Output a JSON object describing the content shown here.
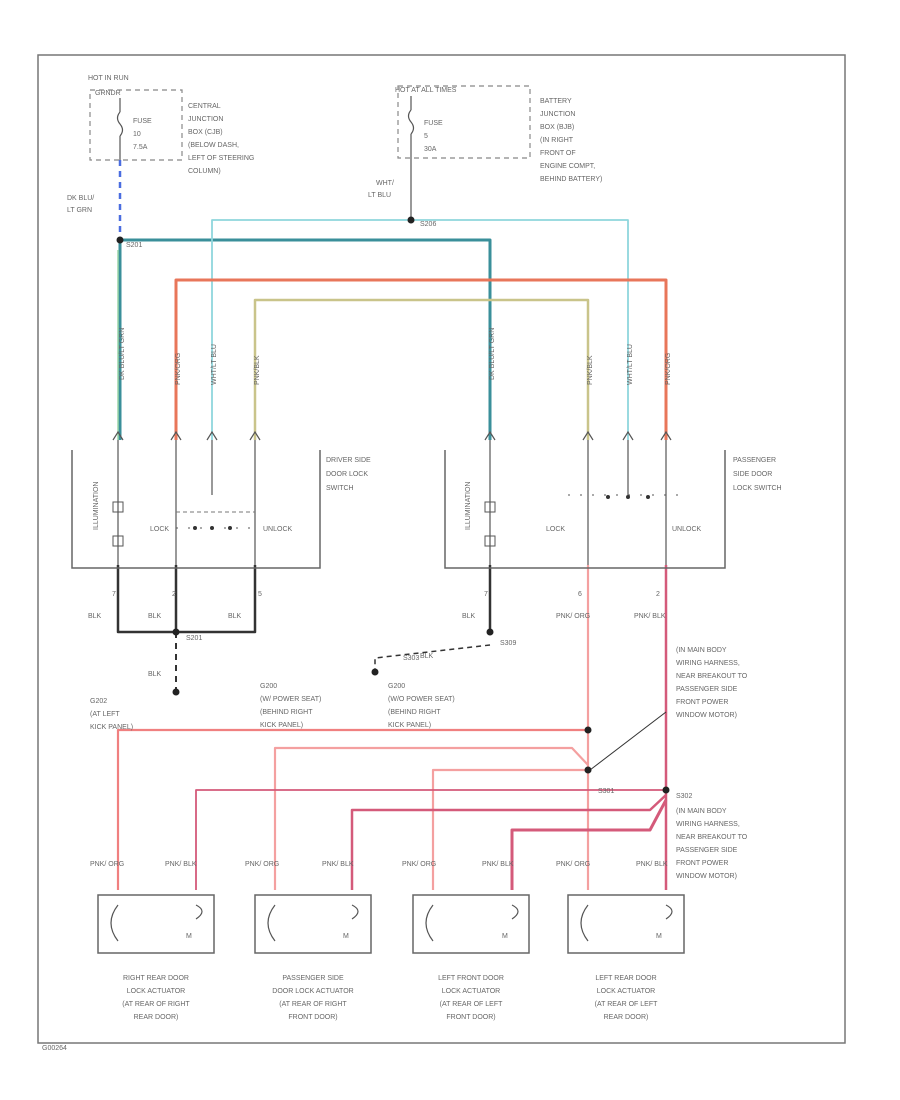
{
  "fuse_run": {
    "header": "HOT IN RUN",
    "sub": "GRNDR",
    "fuse_label": "FUSE",
    "fuse_num": "10",
    "fuse_amp": "7.5A",
    "location": [
      "CENTRAL",
      "JUNCTION",
      "BOX (CJB)",
      "(BELOW DASH,",
      "LEFT OF STEERING",
      "COLUMN)"
    ],
    "wire": [
      "DK BLU/",
      "LT GRN"
    ]
  },
  "fuse_timer": {
    "header": "HOT AT ALL TIMES",
    "fuse_label": "FUSE",
    "fuse_num": "5",
    "fuse_amp": "30A",
    "location": [
      "BATTERY",
      "JUNCTION",
      "BOX (BJB)",
      "(IN RIGHT",
      "FRONT OF",
      "ENGINE COMPT,",
      "BEHIND BATTERY)"
    ],
    "wire": [
      "WHT/",
      "LT BLU"
    ]
  },
  "splices": {
    "s_top": "S206",
    "s_left": "S201",
    "s_gnd1": "S201",
    "s_mid": "S309",
    "s_right": "S303",
    "s_lower1": "S301",
    "s_lower2": "S302"
  },
  "wire_labels": {
    "dkblu": "DK BLU/LT GRN",
    "orn": "PNK/ORG",
    "wht": "WHT/LT BLU",
    "pnkblk": "PNK/BLK",
    "blk": "BLK",
    "orn_short": "PNK/ ORG",
    "blk_short": "PNK/ BLK"
  },
  "driver_switch": {
    "name": [
      "DRIVER SIDE",
      "DOOR LOCK",
      "SWITCH"
    ],
    "illum": "ILLUMINATION",
    "lock": "LOCK",
    "unlock": "UNLOCK",
    "pins": [
      "7",
      "2",
      "5"
    ]
  },
  "passenger_switch": {
    "name": [
      "PASSENGER",
      "SIDE DOOR",
      "LOCK SWITCH"
    ],
    "illum": "ILLUMINATION",
    "lock": "LOCK",
    "unlock": "UNLOCK",
    "pins": [
      "7",
      "6",
      "2"
    ]
  },
  "grounds": {
    "g1": [
      "G202",
      "(AT LEFT",
      "KICK PANEL)"
    ],
    "g2": [
      "G200",
      "(W/ POWER SEAT)",
      "(BEHIND RIGHT",
      "KICK PANEL)"
    ],
    "g3": [
      "G200",
      "(W/O POWER SEAT)",
      "(BEHIND RIGHT",
      "KICK PANEL)"
    ]
  },
  "notes": {
    "n1": [
      "(IN MAIN BODY",
      "WIRING HARNESS,",
      "NEAR BREAKOUT TO",
      "PASSENGER SIDE",
      "FRONT POWER",
      "WINDOW MOTOR)"
    ],
    "n2": [
      "(IN MAIN BODY",
      "WIRING HARNESS,",
      "NEAR BREAKOUT TO",
      "PASSENGER SIDE",
      "FRONT POWER",
      "WINDOW MOTOR)"
    ]
  },
  "actuators": [
    {
      "name": [
        "RIGHT REAR DOOR",
        "LOCK ACTUATOR",
        "(AT REAR OF RIGHT",
        "REAR DOOR)"
      ],
      "w1": "PNK/ ORG",
      "w2": "PNK/ BLK"
    },
    {
      "name": [
        "PASSENGER SIDE",
        "DOOR LOCK ACTUATOR",
        "(AT REAR OF RIGHT",
        "FRONT DOOR)"
      ],
      "w1": "PNK/ ORG",
      "w2": "PNK/ BLK"
    },
    {
      "name": [
        "LEFT FRONT DOOR",
        "LOCK ACTUATOR",
        "(AT REAR OF LEFT",
        "FRONT DOOR)"
      ],
      "w1": "PNK/ ORG",
      "w2": "PNK/ BLK"
    },
    {
      "name": [
        "LEFT REAR DOOR",
        "LOCK ACTUATOR",
        "(AT REAR OF LEFT",
        "REAR DOOR)"
      ],
      "w1": "PNK/ ORG",
      "w2": "PNK/ BLK"
    }
  ],
  "footer_code": "G00264",
  "colors": {
    "dkblu_ltgrn": "#3a8f9a",
    "blue_dash": "#4a6de0",
    "orange": "#e8765a",
    "tan": "#c9c48a",
    "white_ltblu": "#8fd6dc",
    "pink_org": "#f4a0a0",
    "pink_blk": "#d45a7a",
    "black": "#333333"
  }
}
